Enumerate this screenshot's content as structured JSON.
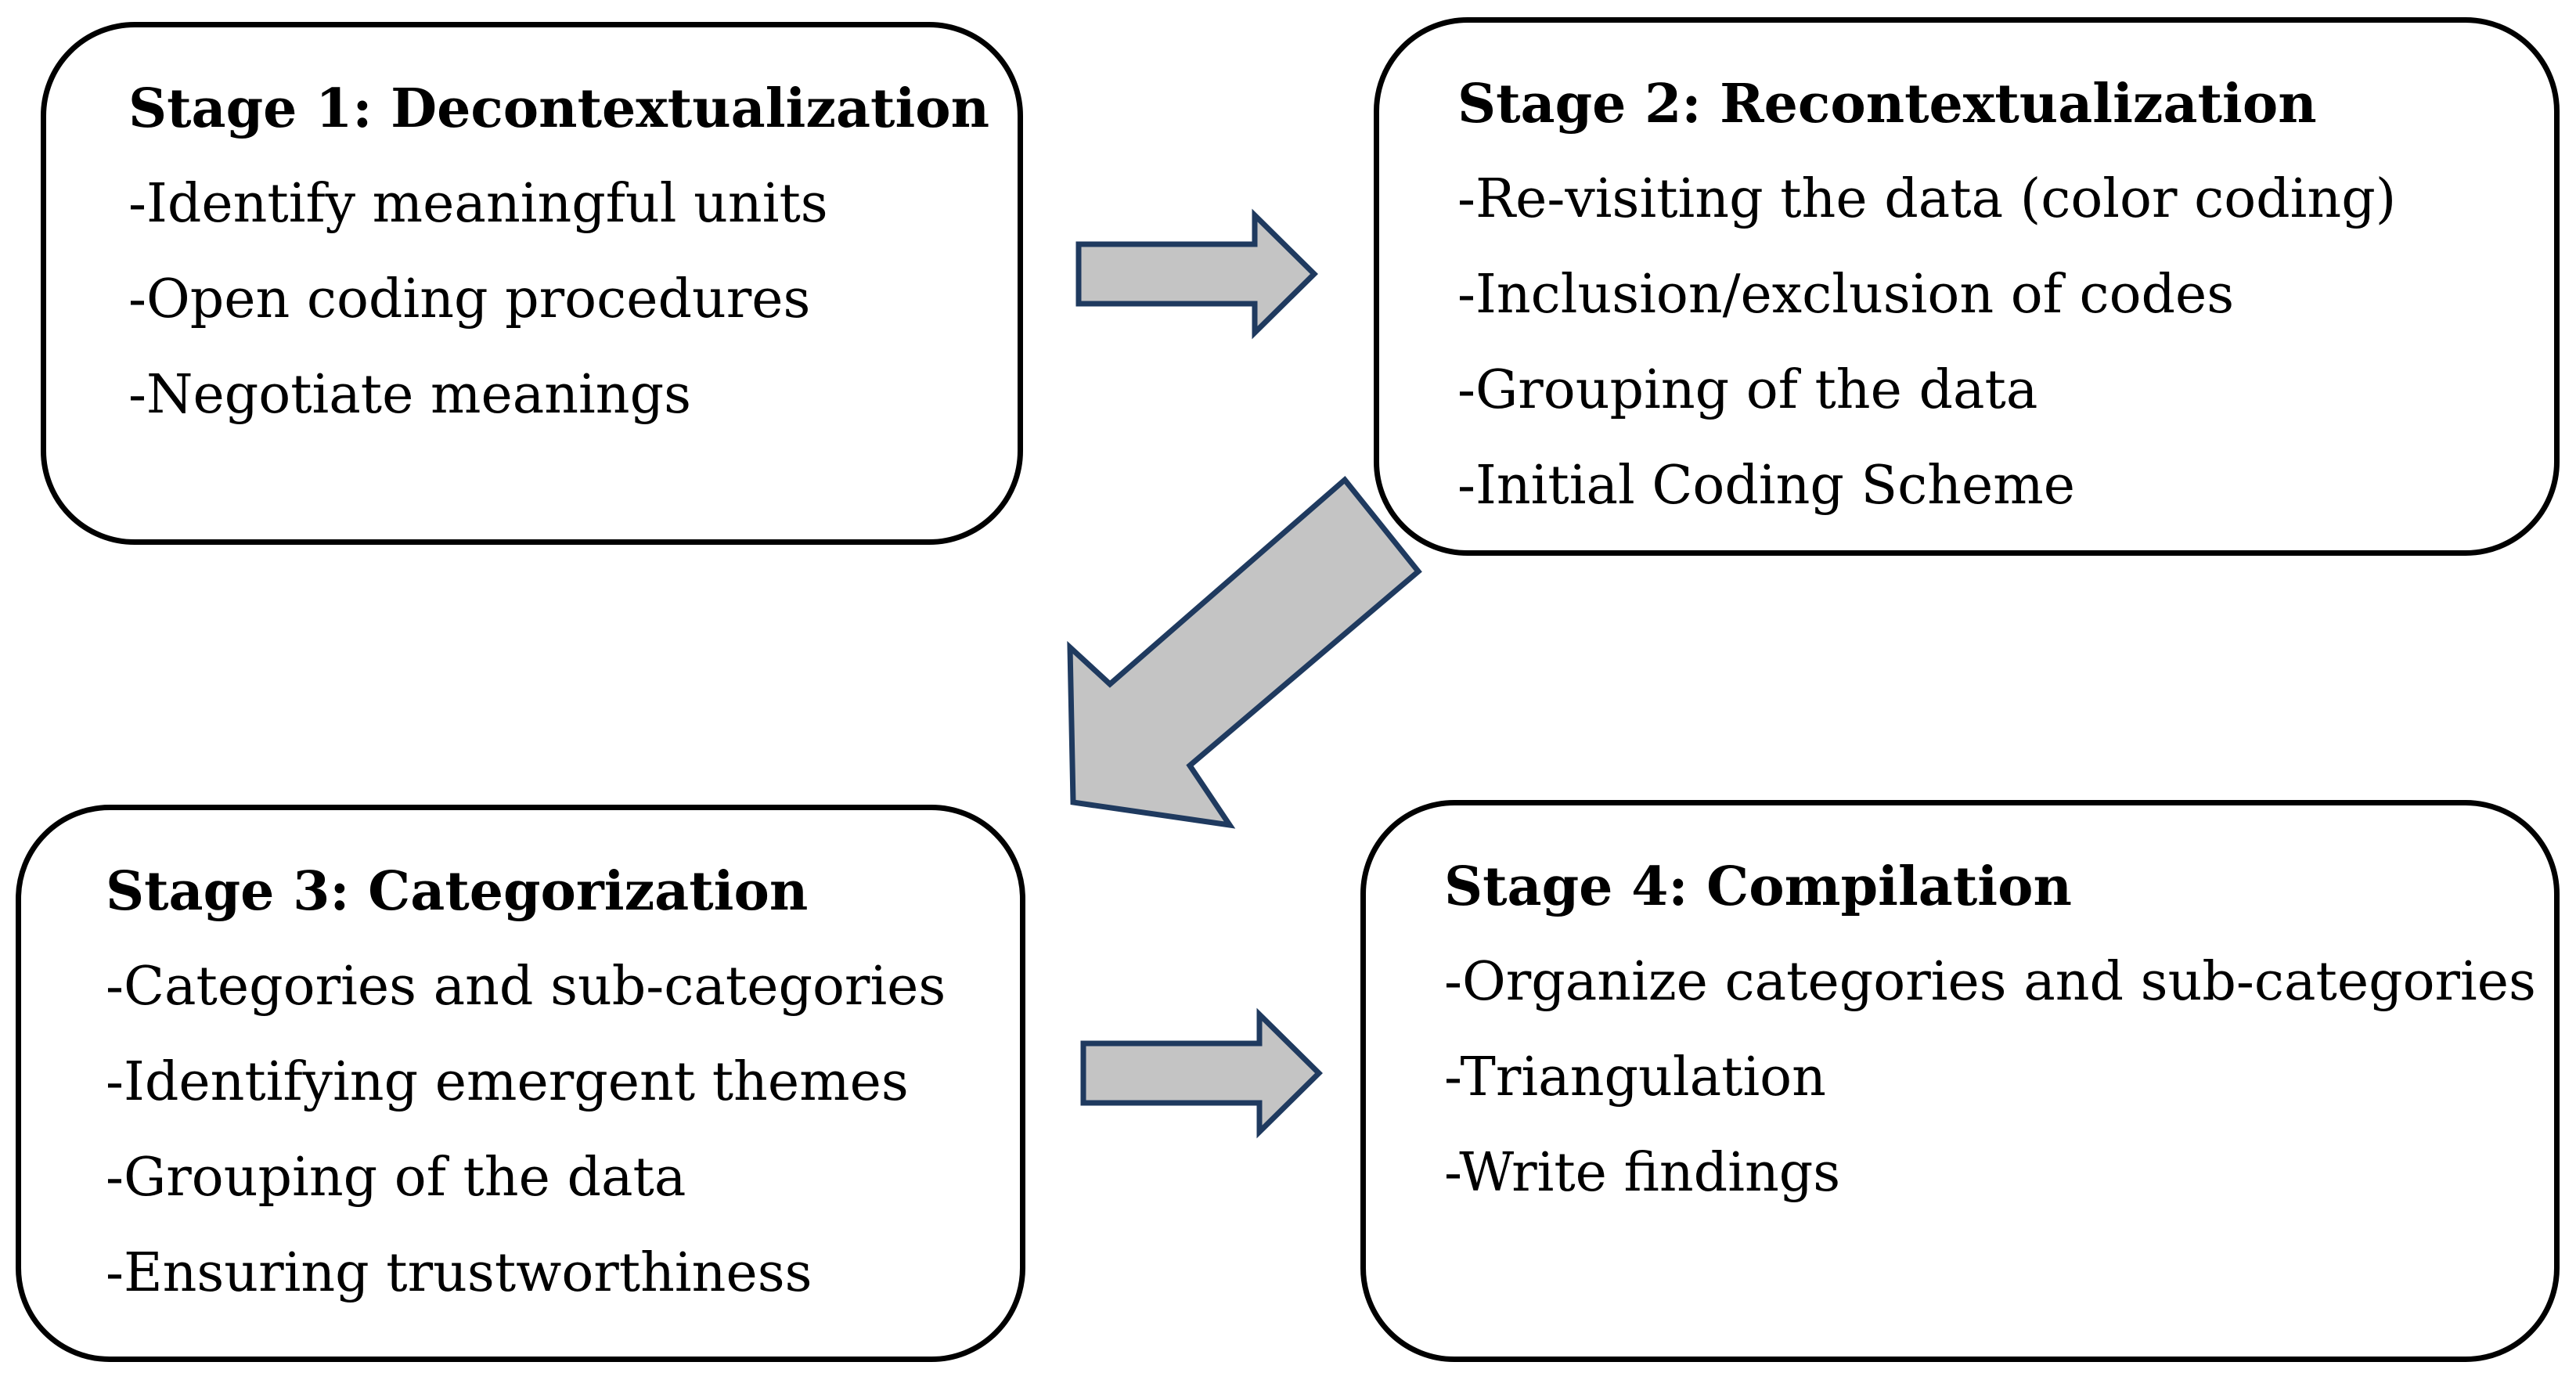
{
  "stages": [
    {
      "title": "Stage 1: Decontextualization",
      "items": [
        "-Identify meaningful units",
        "-Open coding procedures",
        "-Negotiate meanings"
      ]
    },
    {
      "title": "Stage 2: Recontextualization",
      "items": [
        "-Re-visiting the data (color coding)",
        "-Inclusion/exclusion of codes",
        "-Grouping of the data",
        "-Initial Coding Scheme"
      ]
    },
    {
      "title": "Stage 3: Categorization",
      "items": [
        "-Categories and sub-categories",
        "-Identifying emergent themes",
        "-Grouping of the data",
        "-Ensuring trustworthiness"
      ]
    },
    {
      "title": "Stage 4: Compilation",
      "items": [
        "-Organize categories and sub-categories",
        "-Triangulation",
        "-Write findings"
      ]
    }
  ],
  "colors": {
    "box_border": "#000000",
    "arrow_fill": "#c4c4c4",
    "arrow_stroke": "#1f3a5f"
  }
}
